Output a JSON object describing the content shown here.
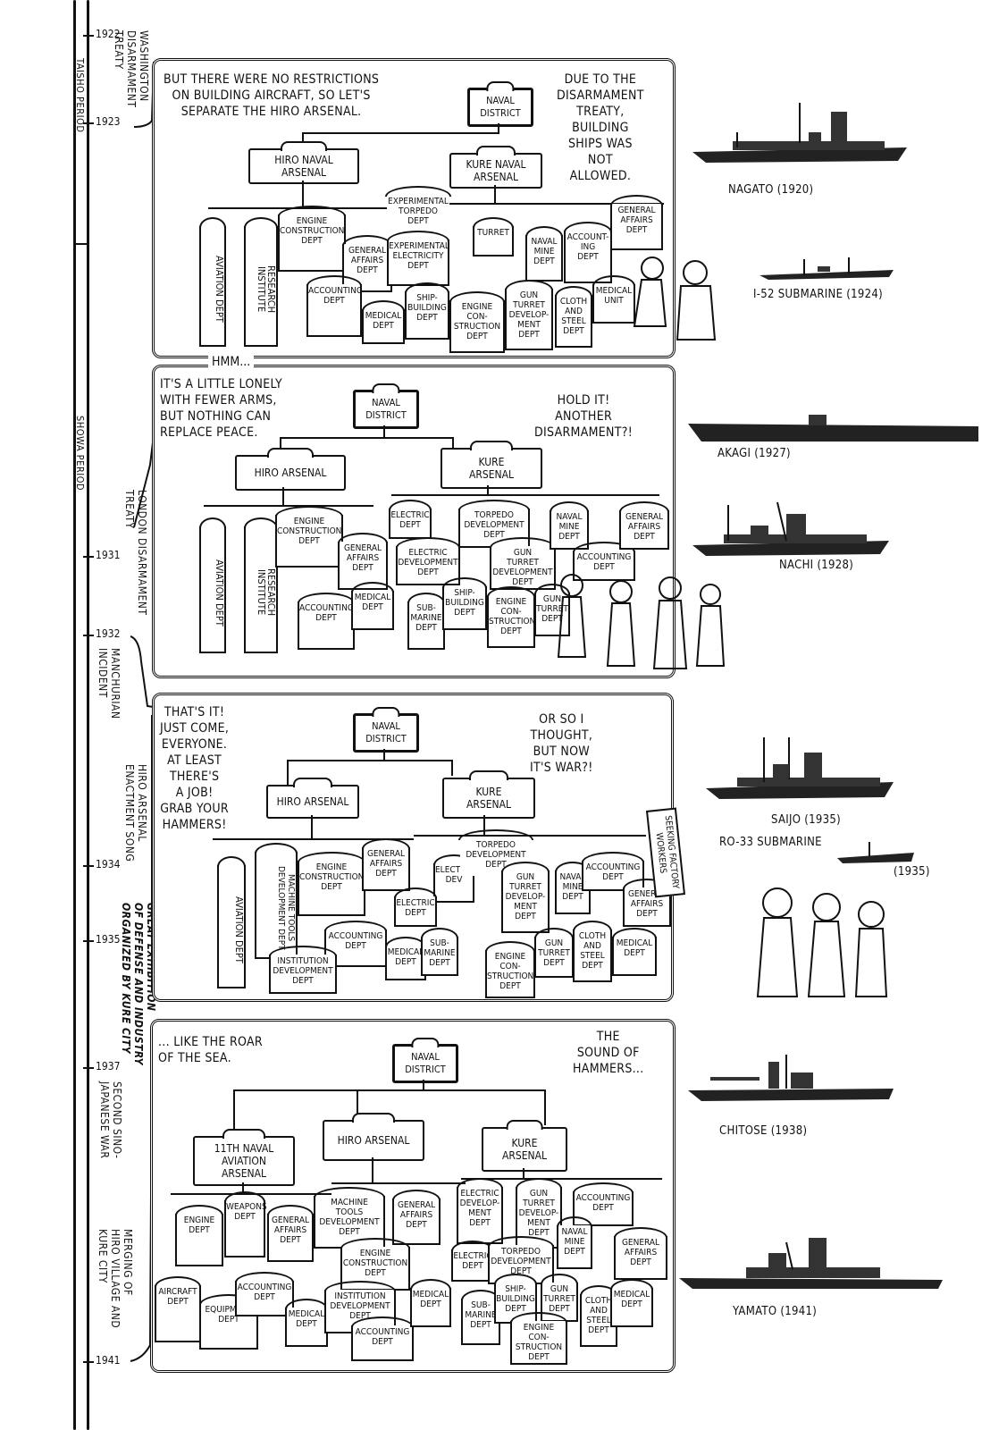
{
  "timeline": {
    "years": [
      "1922",
      "1923",
      "1931",
      "1932",
      "1934",
      "1935",
      "1937",
      "1941"
    ],
    "periods": [
      "TAISHO PERIOD",
      "SHOWA PERIOD"
    ],
    "events": [
      "WASHINGTON\nDISARMAMENT\nTREATY",
      "LONDON DISARMAMENT\nTREATY",
      "MANCHURIAN\nINCIDENT",
      "HIRO ARSENAL\nENACTMENT SONG",
      "GREAT EXHIBITION\nOF DEFENSE AND INDUSTRY\nORGANIZED BY KURE CITY",
      "SECOND SINO-\nJAPANESE WAR",
      "MERGING OF\nHIRO VILLAGE AND\nKURE CITY"
    ]
  },
  "panels": [
    {
      "speech_left": "BUT THERE WERE NO RESTRICTIONS\nON BUILDING AIRCRAFT, SO LET'S\nSEPARATE THE HIRO ARSENAL.",
      "speech_right": "DUE TO THE\nDISARMAMENT\nTREATY,\nBUILDING\nSHIPS WAS\nNOT\nALLOWED.",
      "district": "NAVAL\nDISTRICT",
      "arsenals": [
        "HIRO NAVAL\nARSENAL",
        "KURE NAVAL\nARSENAL"
      ],
      "hiro_depts": [
        "AVIATION DEPT",
        "RESEARCH\nINSTITUTE",
        "ENGINE\nCONSTRUCTION\nDEPT",
        "GENERAL\nAFFAIRS\nDEPT",
        "ACCOUNTING\nDEPT",
        "MEDICAL\nDEPT"
      ],
      "kure_depts": [
        "EXPERIMENTAL\nTORPEDO\nDEPT",
        "EXPERIMENTAL\nELECTRICITY\nDEPT",
        "TURRET",
        "NAVAL\nMINE\nDEPT",
        "ACCOUNT-\nING\nDEPT",
        "GENERAL\nAFFAIRS\nDEPT",
        "SHIP-\nBUILDING\nDEPT",
        "ENGINE\nCON-\nSTRUCTION\nDEPT",
        "GUN\nTURRET\nDEVELOP-\nMENT\nDEPT",
        "CLOTH\nAND\nSTEEL\nDEPT",
        "MEDICAL\nUNIT"
      ]
    },
    {
      "caption": "HMM...",
      "speech_left": "IT'S A LITTLE LONELY\nWITH FEWER ARMS,\nBUT NOTHING CAN\nREPLACE PEACE.",
      "speech_right": "HOLD IT!\nANOTHER\nDISARMAMENT?!",
      "district": "NAVAL\nDISTRICT",
      "arsenals": [
        "HIRO ARSENAL",
        "KURE\nARSENAL"
      ],
      "hiro_depts": [
        "AVIATION DEPT",
        "RESEARCH\nINSTITUTE",
        "ENGINE\nCONSTRUCTION\nDEPT",
        "GENERAL\nAFFAIRS\nDEPT",
        "ACCOUNTING\nDEPT",
        "MEDICAL\nDEPT"
      ],
      "kure_depts": [
        "ELECTRIC\nDEPT",
        "ELECTRIC\nDEVELOPMENT\nDEPT",
        "TORPEDO\nDEVELOPMENT\nDEPT",
        "GUN\nTURRET\nDEVELOPMENT\nDEPT",
        "NAVAL\nMINE\nDEPT",
        "ACCOUNTING\nDEPT",
        "GENERAL\nAFFAIRS\nDEPT",
        "SUB-\nMARINE\nDEPT",
        "SHIP-\nBUILDING\nDEPT",
        "ENGINE\nCON-\nSTRUCTION\nDEPT",
        "GUN\nTURRET\nDEPT"
      ]
    },
    {
      "speech_left": "THAT'S IT!\nJUST COME,\nEVERYONE.\nAT LEAST\nTHERE'S\nA JOB!\nGRAB YOUR\nHAMMERS!",
      "speech_right": "OR SO I\nTHOUGHT,\nBUT NOW\nIT'S WAR?!",
      "district": "NAVAL\nDISTRICT",
      "arsenals": [
        "HIRO ARSENAL",
        "KURE\nARSENAL"
      ],
      "banner": "SEEKING FACTORY\nWORKERS",
      "hiro_depts": [
        "AVIATION DEPT",
        "MACHINE TOOLS\nDEVELOPMENT DEPT",
        "ENGINE\nCONSTRUCTION\nDEPT",
        "GENERAL\nAFFAIRS\nDEPT",
        "ACCOUNTING\nDEPT",
        "INSTITUTION\nDEVELOPMENT\nDEPT",
        "MEDICAL\nDEPT"
      ],
      "kure_depts": [
        "ELECTRIC\nDEV",
        "TORPEDO\nDEVELOPMENT\nDEPT",
        "GUN\nTURRET\nDEVELOP-\nMENT\nDEPT",
        "NAVAL\nMINE\nDEPT",
        "ACCOUNTING\nDEPT",
        "GENERAL\nAFFAIRS\nDEPT",
        "ELECTRIC\nDEPT",
        "SUB-\nMARINE\nDEPT",
        "ENGINE\nCON-\nSTRUCTION\nDEPT",
        "GUN\nTURRET\nDEPT",
        "CLOTH\nAND\nSTEEL\nDEPT",
        "MEDICAL\nDEPT"
      ]
    },
    {
      "speech_left": "... LIKE THE ROAR\nOF THE SEA.",
      "speech_right": "THE\nSOUND OF\nHAMMERS...",
      "district": "NAVAL\nDISTRICT",
      "arsenals": [
        "11TH NAVAL\nAVIATION\nARSENAL",
        "HIRO ARSENAL",
        "KURE\nARSENAL"
      ],
      "aviation_depts": [
        "ENGINE\nDEPT",
        "WEAPONS\nDEPT",
        "GENERAL\nAFFAIRS\nDEPT",
        "AIRCRAFT\nDEPT",
        "EQUIPMENT\nDEPT",
        "ACCOUNTING\nDEPT",
        "MEDICAL\nDEPT"
      ],
      "hiro_depts": [
        "MACHINE\nTOOLS\nDEVELOPMENT\nDEPT",
        "GENERAL\nAFFAIRS\nDEPT",
        "ENGINE\nCONSTRUCTION\nDEPT",
        "INSTITUTION\nDEVELOPMENT\nDEPT",
        "ACCOUNTING\nDEPT",
        "MEDICAL\nDEPT"
      ],
      "kure_depts": [
        "ELECTRIC\nDEVELOP-\nMENT\nDEPT",
        "GUN\nTURRET\nDEVELOP-\nMENT\nDEPT",
        "ACCOUNTING\nDEPT",
        "ELECTRIC\nDEPT",
        "TORPEDO\nDEVELOPMENT\nDEPT",
        "NAVAL\nMINE\nDEPT",
        "GENERAL\nAFFAIRS\nDEPT",
        "SUB-\nMARINE\nDEPT",
        "SHIP-\nBUILDING\nDEPT",
        "GUN\nTURRET\nDEPT",
        "ENGINE\nCON-\nSTRUCTION\nDEPT",
        "CLOTH\nAND\nSTEEL\nDEPT",
        "MEDICAL\nDEPT"
      ]
    }
  ],
  "ships": [
    {
      "name": "NAGATO (1920)",
      "icon": "battleship-icon"
    },
    {
      "name": "I-52 SUBMARINE (1924)",
      "icon": "submarine-icon"
    },
    {
      "name": "AKAGI (1927)",
      "icon": "aircraft-carrier-icon"
    },
    {
      "name": "NACHI (1928)",
      "icon": "cruiser-icon"
    },
    {
      "name": "SAIJO (1935)",
      "icon": "cruiser-icon"
    },
    {
      "name": "RO-33 SUBMARINE",
      "year": "(1935)",
      "icon": "submarine-icon"
    },
    {
      "name": "CHITOSE (1938)",
      "icon": "seaplane-tender-icon"
    },
    {
      "name": "YAMATO (1941)",
      "icon": "battleship-icon"
    }
  ]
}
